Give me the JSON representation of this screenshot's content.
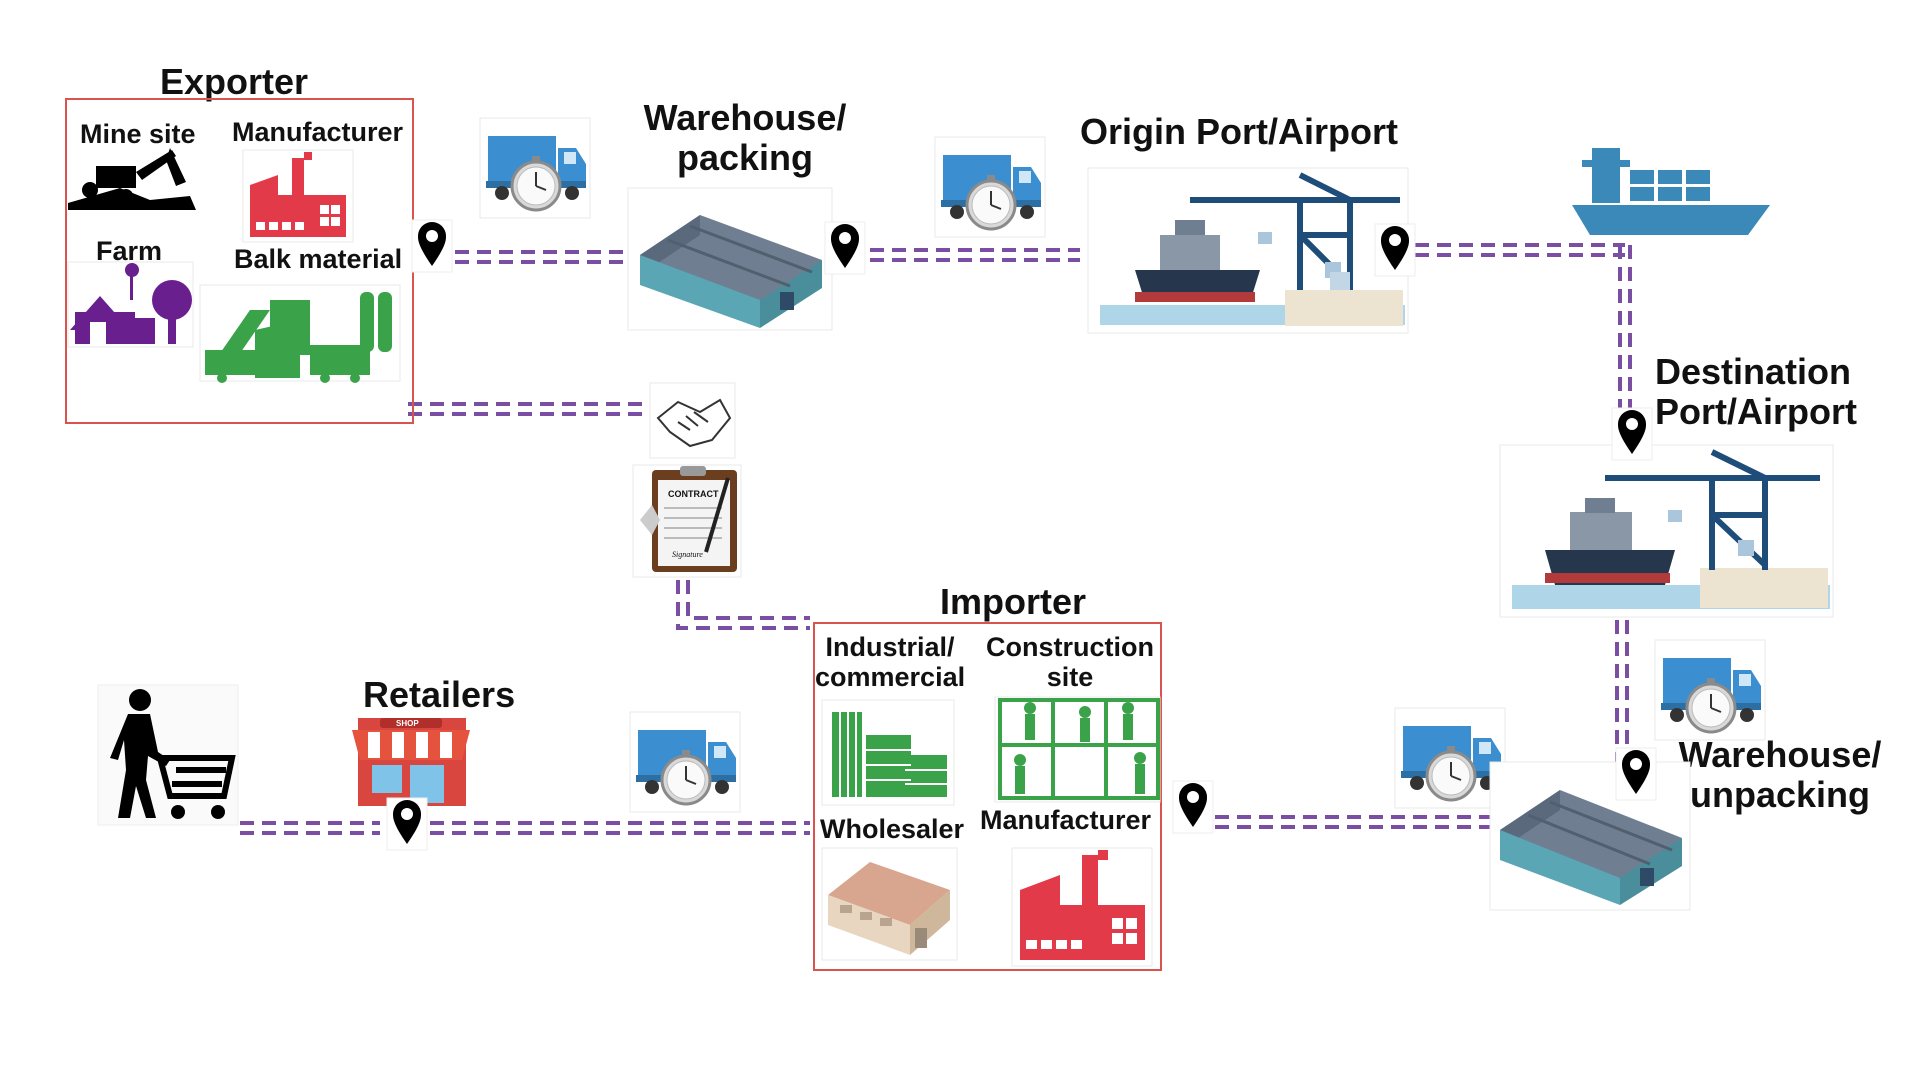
{
  "exporter": {
    "title": "Exporter",
    "items": [
      "Mine site",
      "Manufacturer",
      "Farm",
      "Balk material"
    ]
  },
  "warehouse_packing": {
    "line1": "Warehouse/",
    "line2": "packing"
  },
  "origin_port": {
    "title": "Origin Port/Airport"
  },
  "destination_port": {
    "line1": "Destination",
    "line2": "Port/Airport"
  },
  "warehouse_unpacking": {
    "line1": "Warehouse/",
    "line2": "unpacking"
  },
  "importer": {
    "title": "Importer",
    "industrial": {
      "line1": "Industrial/",
      "line2": "commercial"
    },
    "construction": {
      "line1": "Construction",
      "line2": "site"
    },
    "wholesaler": "Wholesaler",
    "manufacturer": "Manufacturer"
  },
  "retailers": {
    "title": "Retailers",
    "shop_sign": "SHOP"
  },
  "contract": {
    "heading": "CONTRACT",
    "signature": "Signature"
  },
  "colors": {
    "route_line": "#7a4fa3",
    "box_border": "#d9534f",
    "truck_blue": "#3b8fd1",
    "ship_blue": "#3a89b8",
    "factory_red": "#e33a4a",
    "bulk_green": "#3aa34a",
    "farm_purple": "#6a1f8f",
    "building_grey": "#6f7f91"
  },
  "icons": [
    "truck-stopwatch-icon",
    "map-pin-icon",
    "ship-icon",
    "crane-port-icon",
    "warehouse-icon",
    "handshake-icon",
    "contract-icon",
    "shopper-cart-icon",
    "shop-icon",
    "factory-icon",
    "mine-excavator-icon",
    "farm-icon",
    "bulk-plant-icon",
    "office-building-icon",
    "construction-workers-icon",
    "wholesale-building-icon"
  ]
}
